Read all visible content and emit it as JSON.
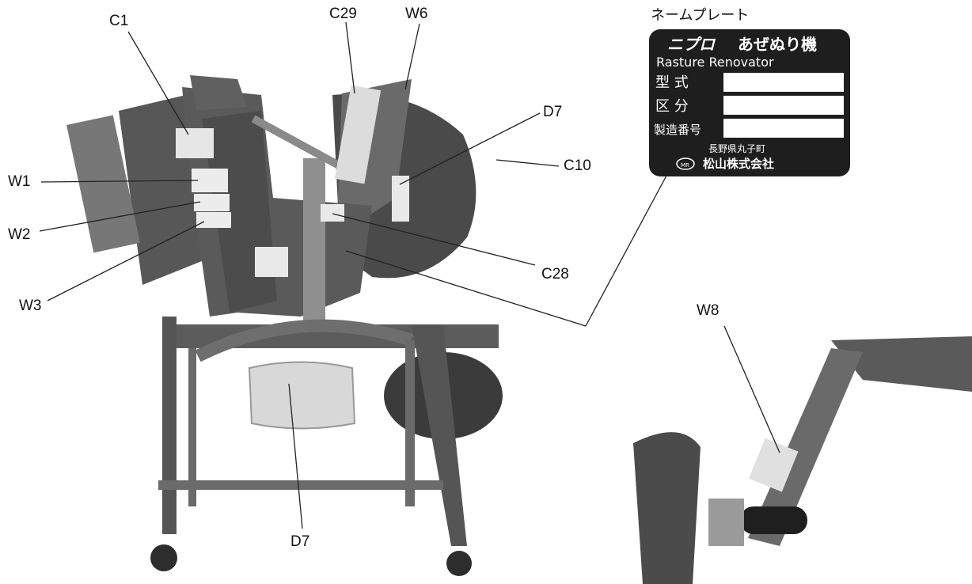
{
  "labels": {
    "c1": "C1",
    "c29": "C29",
    "w6": "W6",
    "d7_top": "D7",
    "c10": "C10",
    "w1": "W1",
    "w2": "W2",
    "w3": "W3",
    "c28": "C28",
    "d7_bottom": "D7",
    "w8": "W8"
  },
  "nameplate": {
    "caption": "ネームプレート",
    "brand": "ニプロ",
    "product": "あぜぬり機",
    "english": "Rasture  Renovator",
    "row1": "型 式",
    "row2": "区 分",
    "row3": "製造番号",
    "address": "長野県丸子町",
    "company": "松山株式会社",
    "logo_text": "MR"
  },
  "colors": {
    "machine": "#5e5e5e",
    "machine_dark": "#3a3a3a",
    "plate": "#1e1e1e",
    "line": "#222222"
  }
}
